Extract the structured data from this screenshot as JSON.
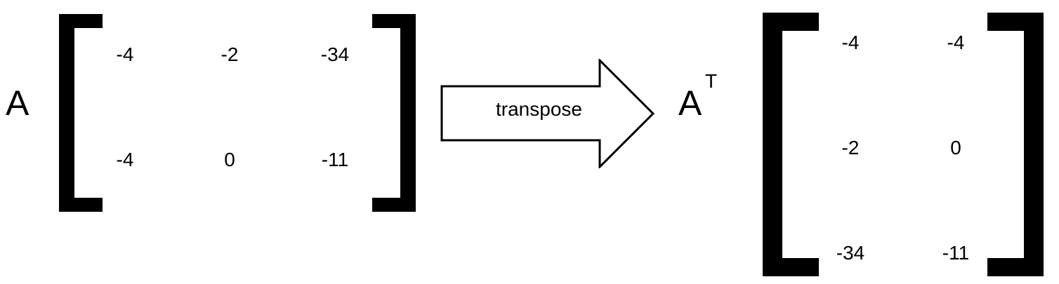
{
  "matrix_a": {
    "label": "A",
    "rows": [
      [
        "-4",
        "-2",
        "-34"
      ],
      [
        "-4",
        "0",
        "-11"
      ]
    ]
  },
  "operation": {
    "label": "transpose"
  },
  "matrix_at": {
    "label": "A",
    "superscript": "T",
    "rows": [
      [
        "-4",
        "-4"
      ],
      [
        "-2",
        "0"
      ],
      [
        "-34",
        "-11"
      ]
    ]
  }
}
